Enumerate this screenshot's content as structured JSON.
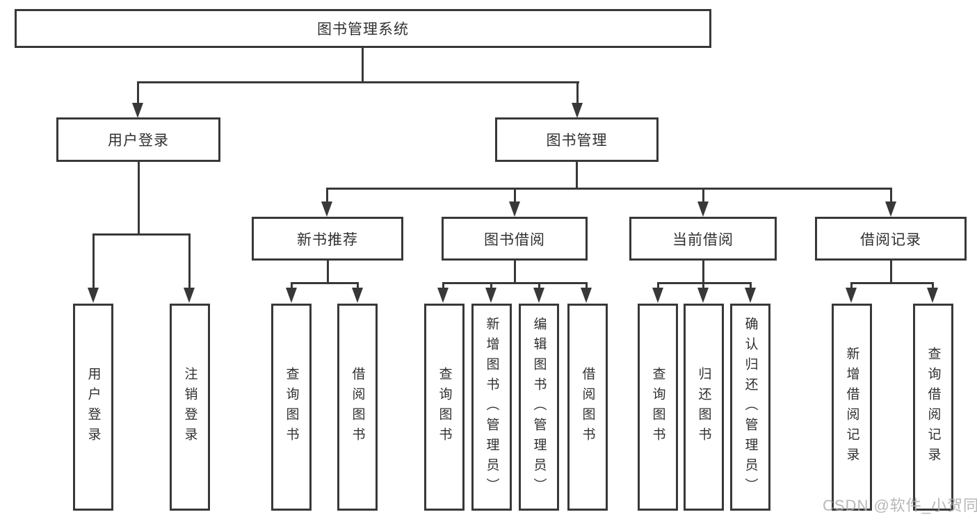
{
  "diagram_title": "图书管理系统",
  "nodes": {
    "root": "图书管理系统",
    "user_login": "用户登录",
    "book_mgmt": "图书管理",
    "new_book": "新书推荐",
    "book_borrow": "图书借阅",
    "current_borrow": "当前借阅",
    "borrow_record": "借阅记录"
  },
  "leaves": {
    "user_login": [
      "用户登录",
      "注销登录"
    ],
    "new_book": [
      "查询图书",
      "借阅图书"
    ],
    "book_borrow": [
      "查询图书",
      "新增图书（管理员）",
      "编辑图书（管理员）",
      "借阅图书"
    ],
    "current_borrow": [
      "查询图书",
      "归还图书",
      "确认归还（管理员）"
    ],
    "borrow_record": [
      "新增借阅记录",
      "查询借阅记录"
    ]
  },
  "watermark": "CSDN @软件_小贺同学",
  "colors": {
    "line": "#383838",
    "text": "#303030",
    "watermark": "#aaaaaa",
    "background": "#ffffff"
  }
}
